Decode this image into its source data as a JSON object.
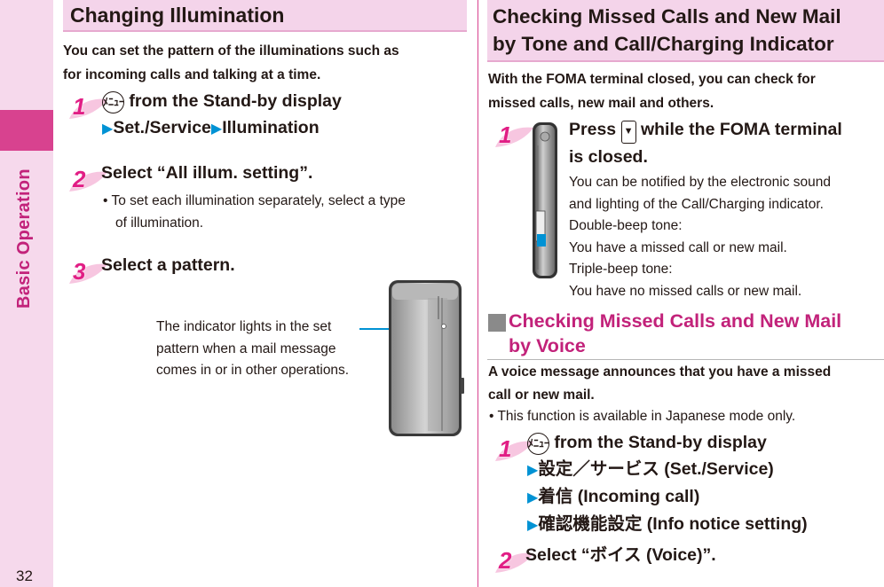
{
  "sidebar": {
    "section_title": "Basic Operation",
    "page_number": "32"
  },
  "left": {
    "heading": "Changing Illumination",
    "intro": [
      "You can set the pattern of the illuminations such as",
      "for incoming calls and talking at a time."
    ],
    "steps": [
      {
        "number": "1",
        "line1_suffix": " from the Stand-by display",
        "line2": [
          {
            "arrow": "▶",
            "text": "Set./Service"
          },
          {
            "arrow": "▶",
            "text": "Illumination"
          }
        ]
      },
      {
        "number": "2",
        "title": "Select “All illum. setting”.",
        "bullet": [
          "• To set each illumination separately, select a type",
          "of illumination."
        ]
      },
      {
        "number": "3",
        "title": "Select a pattern."
      }
    ],
    "callout": [
      "The indicator lights in the set",
      "pattern when a mail message",
      "comes in or in other operations."
    ],
    "menu_key_label": "ﾒﾆｭｰ"
  },
  "right": {
    "heading": [
      "Checking Missed Calls and New Mail",
      "by Tone and Call/Charging Indicator"
    ],
    "intro": [
      "With the FOMA terminal closed, you can check for",
      "missed calls, new mail and others."
    ],
    "step1": {
      "number": "1",
      "title_a": "Press ",
      "title_b": " while the FOMA terminal",
      "title_c": "is closed.",
      "key_symbol": "▼",
      "body": [
        "You can be notified by the electronic sound",
        "and lighting of the Call/Charging indicator.",
        "Double-beep tone:",
        "You have a missed call or new mail.",
        "Triple-beep tone:",
        "You have no missed calls or new mail."
      ]
    },
    "subheading": {
      "marker": "■",
      "lines": [
        "Checking Missed Calls and New Mail",
        "by Voice"
      ]
    },
    "sub_intro": [
      "A voice message announces that you have a missed",
      "call or new mail."
    ],
    "sub_bullet": "• This function is available in Japanese mode only.",
    "sub_steps": [
      {
        "number": "1",
        "line1_suffix": " from the Stand-by display",
        "lines": [
          {
            "arrow": "▶",
            "text": "設定／サービス (Set./Service)"
          },
          {
            "arrow": "▶",
            "text": "着信 (Incoming call)"
          },
          {
            "arrow": "▶",
            "text": "確認機能設定 (Info notice setting)"
          }
        ]
      },
      {
        "number": "2",
        "title": "Select “ボイス (Voice)”."
      }
    ]
  },
  "colors": {
    "accent_pink": "#d8428f",
    "heading_bg": "#f4d4ea",
    "arrow_blue": "#0092d4",
    "sidebar_bg": "#f6d9ec"
  }
}
